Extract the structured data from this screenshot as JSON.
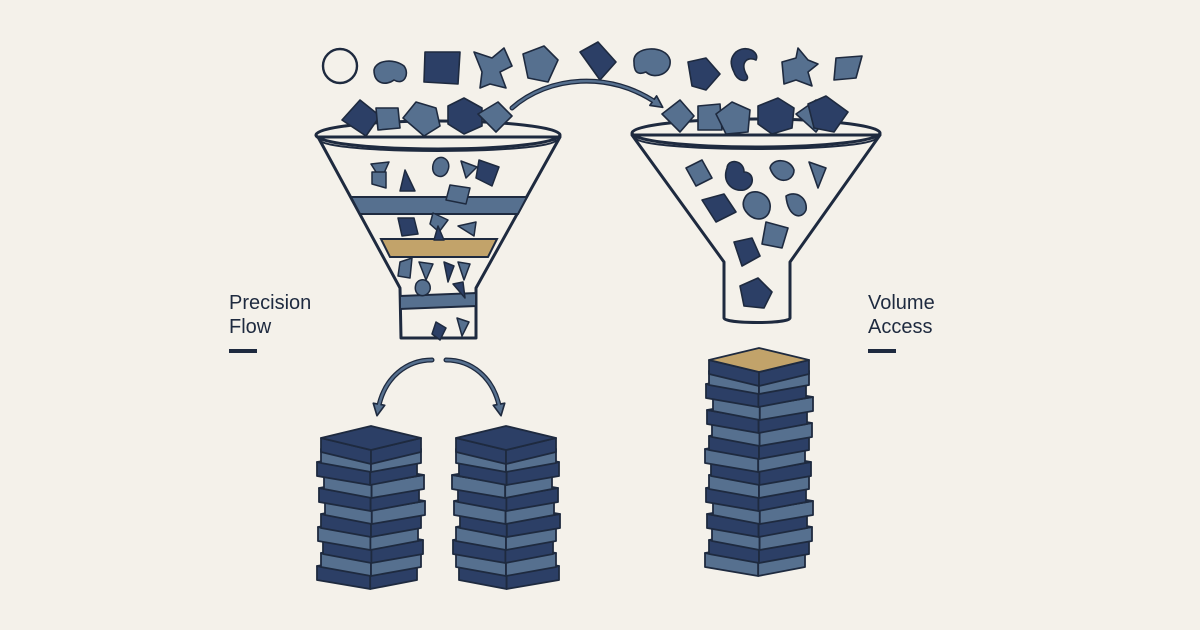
{
  "labels": {
    "left": {
      "line1": "Precision",
      "line2": "Flow"
    },
    "right": {
      "line1": "Volume",
      "line2": "Access"
    }
  },
  "colors": {
    "background": "#f4f1ea",
    "ink": "#1e2a3f",
    "navy": "#2c3f66",
    "slate": "#56708f",
    "gold": "#c2a36a"
  },
  "icons": [
    "funnel-icon",
    "arrow-icon",
    "stack-icon",
    "shape-icon"
  ]
}
